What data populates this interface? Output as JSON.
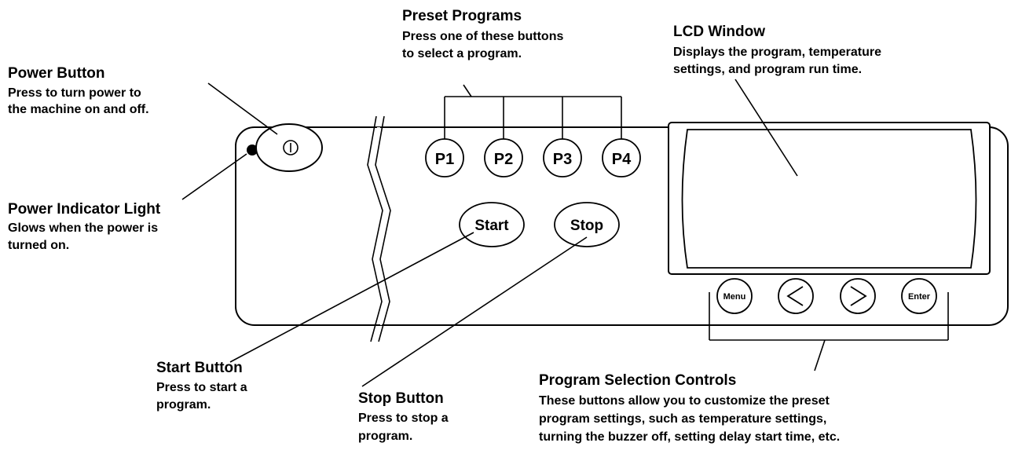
{
  "callouts": {
    "power": {
      "title": "Power Button",
      "desc": [
        "Press to turn power to",
        "the machine on and off."
      ]
    },
    "indicator": {
      "title": "Power Indicator Light",
      "desc": [
        "Glows when the power is",
        "turned on."
      ]
    },
    "presets": {
      "title": "Preset Programs",
      "desc": [
        "Press one of these buttons",
        "to select a program."
      ]
    },
    "lcd": {
      "title": "LCD Window",
      "desc": [
        "Displays the program, temperature",
        "settings, and program run time."
      ]
    },
    "start": {
      "title": "Start Button",
      "desc": [
        "Press to start a",
        "program."
      ]
    },
    "stop": {
      "title": "Stop Button",
      "desc": [
        "Press to stop a",
        "program."
      ]
    },
    "selection": {
      "title": "Program Selection Controls",
      "desc": [
        "These buttons allow you to customize the preset",
        "program settings, such as temperature settings,",
        "turning the buzzer off, setting delay start time, etc."
      ]
    }
  },
  "panel": {
    "power_symbol": "power-symbol",
    "presets": [
      "P1",
      "P2",
      "P3",
      "P4"
    ],
    "start_label": "Start",
    "stop_label": "Stop",
    "menu_label": "Menu",
    "left_arrow_icon": "chevron-left-icon",
    "right_arrow_icon": "chevron-right-icon",
    "enter_label": "Enter"
  }
}
